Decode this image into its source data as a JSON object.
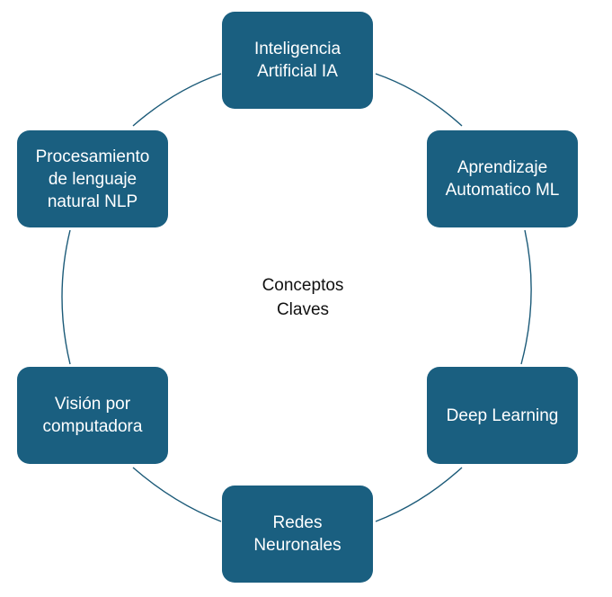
{
  "colors": {
    "node_fill": "#1a5f80",
    "ring_stroke": "#1b5a78",
    "center_text": "#111111"
  },
  "center": {
    "label": "Conceptos\n  Claves"
  },
  "nodes": [
    {
      "label": "Inteligencia\nArtificial IA"
    },
    {
      "label": "Aprendizaje\nAutomatico ML"
    },
    {
      "label": "Deep Learning"
    },
    {
      "label": "Redes\nNeuronales"
    },
    {
      "label": "Visión por\ncomputadora"
    },
    {
      "label": "Procesamiento\nde lenguaje\nnatural NLP"
    }
  ]
}
